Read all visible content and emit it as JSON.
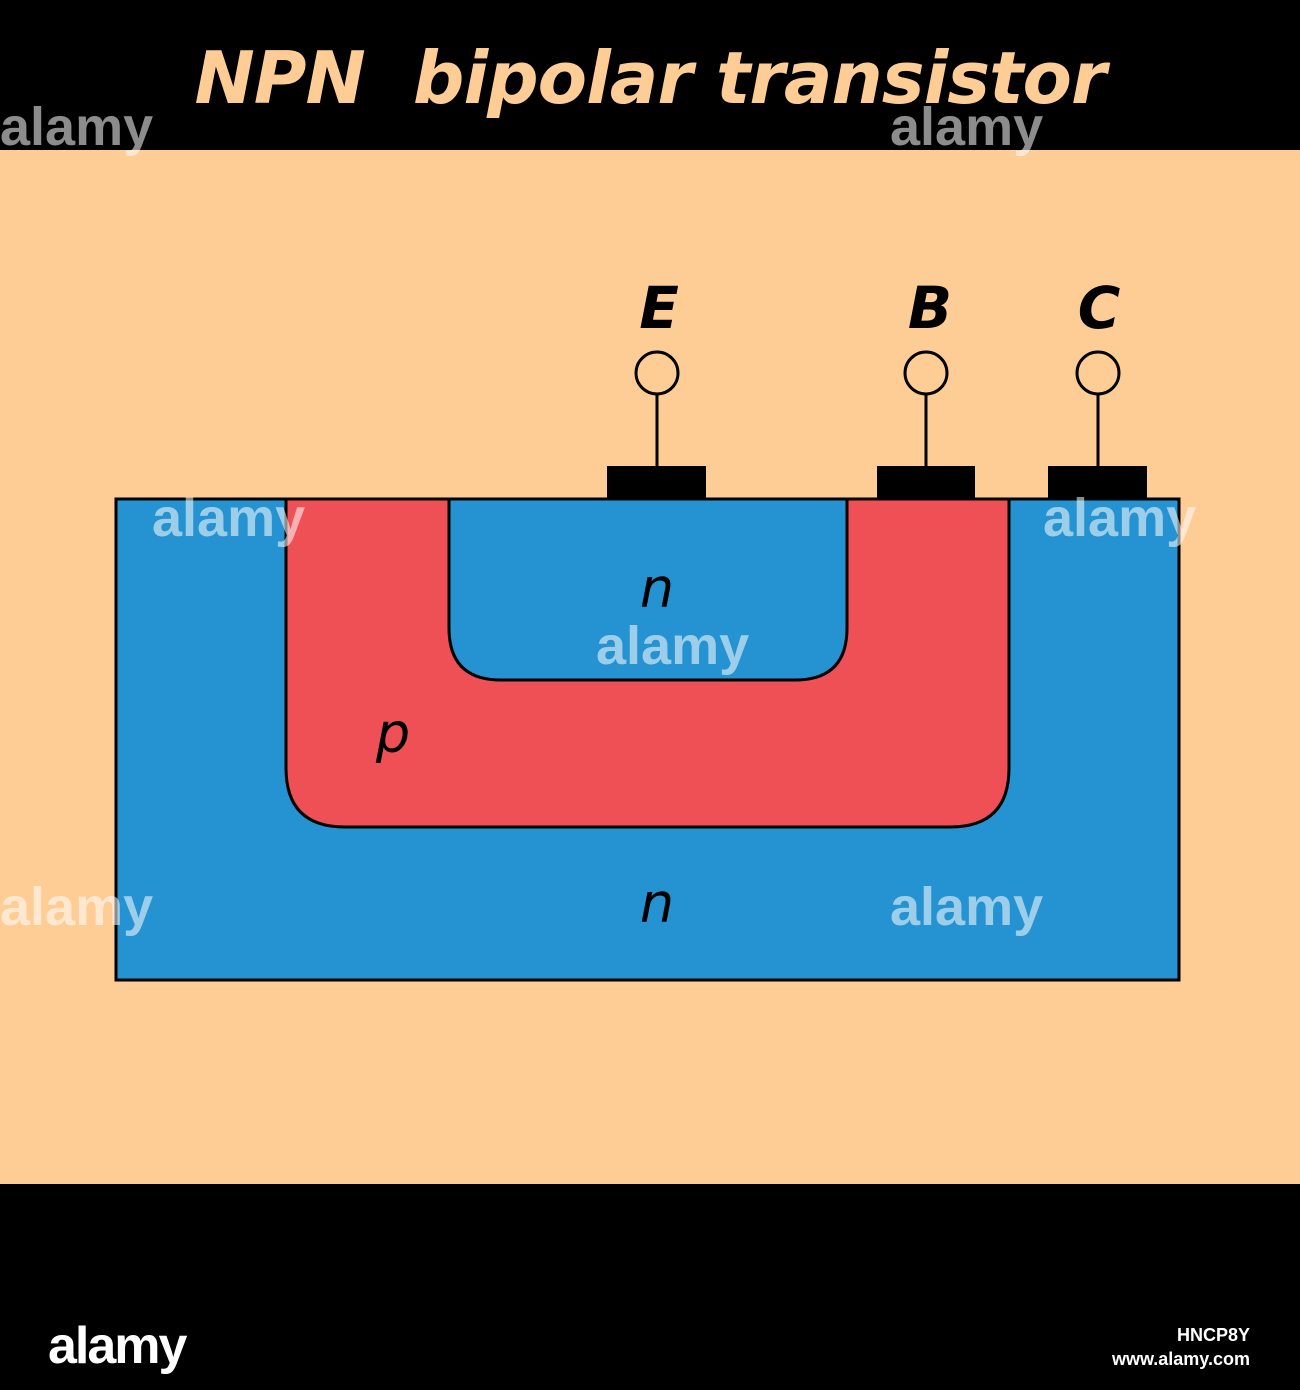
{
  "title": "NPN  bipolar transistor",
  "colors": {
    "background": "#fecd96",
    "n_region": "#2593d1",
    "p_region": "#ef5056",
    "title_text": "#fecd96",
    "bars": "#000000",
    "outline": "#000000"
  },
  "terminals": [
    {
      "label": "E",
      "name": "emitter"
    },
    {
      "label": "B",
      "name": "base"
    },
    {
      "label": "C",
      "name": "collector"
    }
  ],
  "regions": {
    "emitter_n_label": "n",
    "base_p_label": "p",
    "collector_n_label": "n"
  },
  "watermark": {
    "logo": "alamy",
    "image_id": "HNCP8Y",
    "url": "www.alamy.com"
  }
}
